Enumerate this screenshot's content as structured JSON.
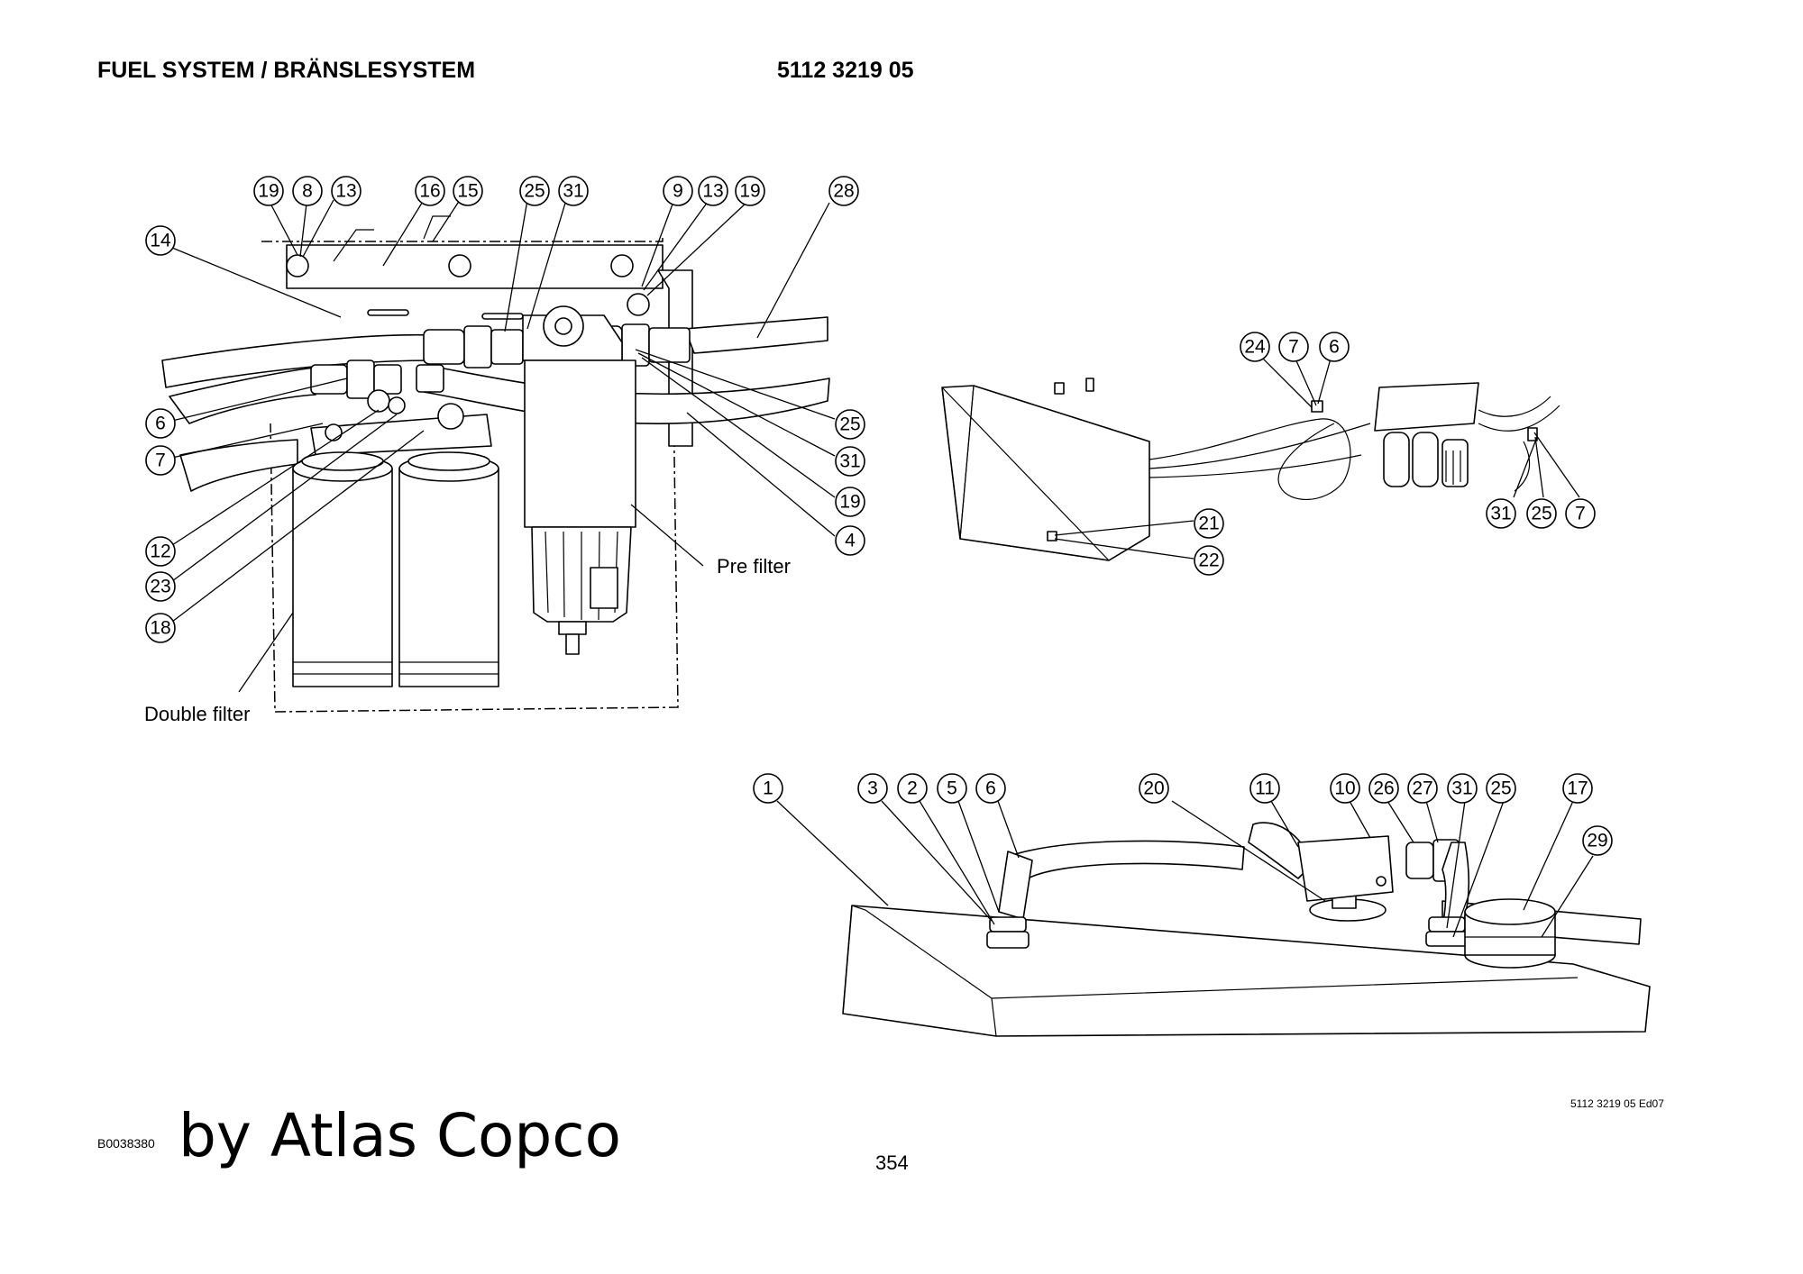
{
  "header": {
    "title": "FUEL SYSTEM / BRÄNSLESYSTEM",
    "part_number": "5112 3219 05"
  },
  "labels": {
    "pre_filter": "Pre filter",
    "double_filter": "Double filter"
  },
  "callouts": {
    "c19a": "19",
    "c8": "8",
    "c13a": "13",
    "c16": "16",
    "c15": "15",
    "c25a": "25",
    "c31a": "31",
    "c9": "9",
    "c13b": "13",
    "c19b": "19",
    "c28": "28",
    "c14": "14",
    "c6a": "6",
    "c7a": "7",
    "c12": "12",
    "c23": "23",
    "c18": "18",
    "c25b": "25",
    "c31b": "31",
    "c19c": "19",
    "c4": "4",
    "c24": "24",
    "c7b": "7",
    "c6b": "6",
    "c21": "21",
    "c22": "22",
    "c31c": "31",
    "c25c": "25",
    "c7c": "7",
    "c1": "1",
    "c3": "3",
    "c2": "2",
    "c5": "5",
    "c6c": "6",
    "c20": "20",
    "c11": "11",
    "c10": "10",
    "c26": "26",
    "c27": "27",
    "c31d": "31",
    "c25d": "25",
    "c17": "17",
    "c29": "29"
  },
  "footer": {
    "edition": "5112 3219 05 Ed07",
    "drawing_code": "B0038380",
    "brand": "by Atlas Copco",
    "page_number": "354"
  }
}
